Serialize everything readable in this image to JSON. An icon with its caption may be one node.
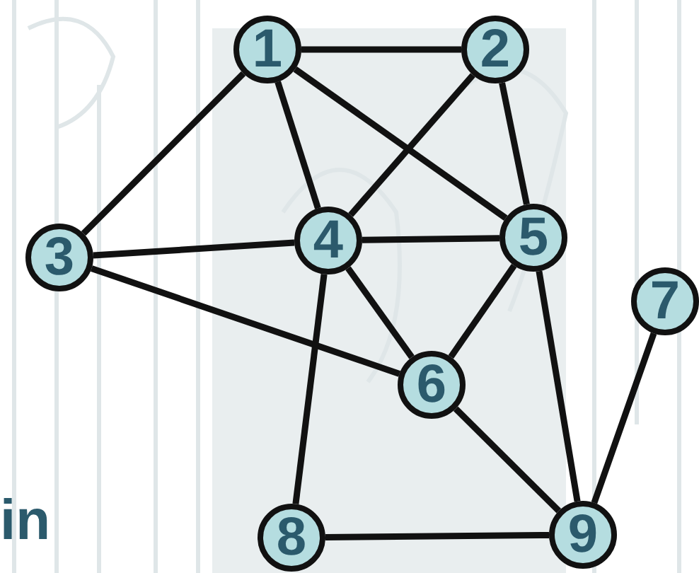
{
  "diagram": {
    "nodes": [
      {
        "text": [
          "1"
        ]
      },
      {
        "text": [
          "2"
        ]
      },
      {
        "text": [
          "3"
        ]
      },
      {
        "text": [
          "4"
        ]
      },
      {
        "text": [
          "5"
        ]
      },
      {
        "text": [
          "6"
        ]
      },
      {
        "text": [
          "7"
        ]
      },
      {
        "text": [
          "8"
        ]
      },
      {
        "text": [
          "9"
        ]
      }
    ],
    "edges": [
      {
        "from": 0,
        "to": 1,
        "arrow": "none"
      },
      {
        "from": 0,
        "to": 2,
        "arrow": "none"
      },
      {
        "from": 0,
        "to": 3,
        "arrow": "none"
      },
      {
        "from": 0,
        "to": 4,
        "arrow": "none"
      },
      {
        "from": 1,
        "to": 3,
        "arrow": "none"
      },
      {
        "from": 1,
        "to": 4,
        "arrow": "none"
      },
      {
        "from": 2,
        "to": 3,
        "arrow": "none"
      },
      {
        "from": 2,
        "to": 5,
        "arrow": "none"
      },
      {
        "from": 3,
        "to": 4,
        "arrow": "none"
      },
      {
        "from": 3,
        "to": 5,
        "arrow": "none"
      },
      {
        "from": 3,
        "to": 7,
        "arrow": "none"
      },
      {
        "from": 4,
        "to": 5,
        "arrow": "none"
      },
      {
        "from": 4,
        "to": 8,
        "arrow": "none"
      },
      {
        "from": 5,
        "to": 8,
        "arrow": "none"
      },
      {
        "from": 6,
        "to": 8,
        "arrow": "none"
      },
      {
        "from": 7,
        "to": 8,
        "arrow": "none"
      }
    ],
    "labels": [
      "in"
    ]
  }
}
